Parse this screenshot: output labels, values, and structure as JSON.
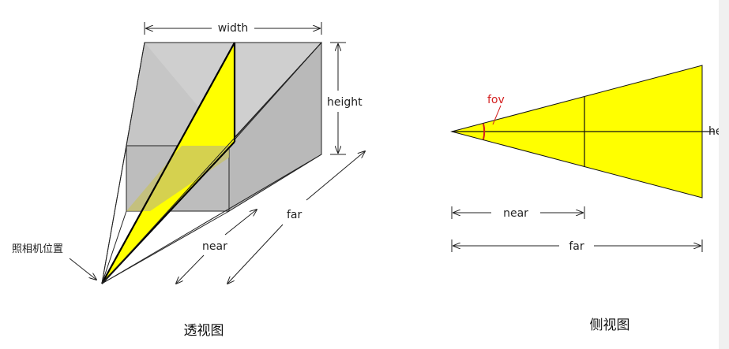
{
  "perspective": {
    "width_label": "width",
    "height_label": "height",
    "near_label": "near",
    "far_label": "far",
    "camera_label": "照相机位置",
    "caption": "透视图"
  },
  "side": {
    "fov_label": "fov",
    "edge_label": "he",
    "near_label": "near",
    "far_label": "far",
    "caption": "侧视图"
  },
  "colors": {
    "frustum_fill": "#ffff00",
    "box_fill": "#c8c8c8",
    "fov_arc": "#d42020"
  }
}
